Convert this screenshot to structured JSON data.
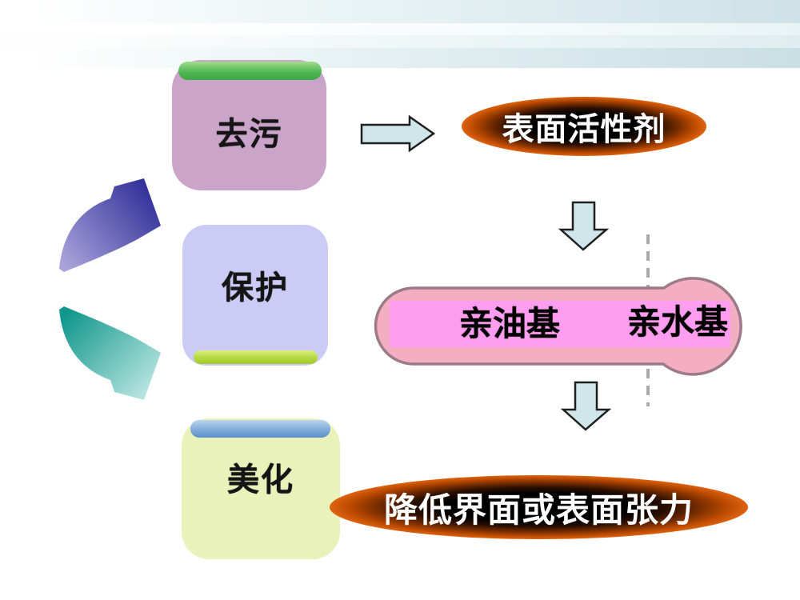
{
  "slide": {
    "background": "#ffffff",
    "header_band": {
      "stripe_colors": [
        "#cde2e7",
        "#e9f3f5",
        "#dfedf0",
        "#c9dfe4"
      ]
    },
    "cycle_boxes": [
      {
        "label": "去污",
        "fill": "#cba4ca",
        "accent_bar": {
          "position": "top",
          "color_from": "#a2dc8d",
          "color_to": "#3fa846"
        }
      },
      {
        "label": "保护",
        "fill": "#cbcbf6",
        "accent_bar": {
          "position": "bottom",
          "color_from": "#dcee80",
          "color_to": "#a2c92c"
        }
      },
      {
        "label": "美化",
        "fill": "#e9f2ba",
        "accent_bar": {
          "position": "top",
          "color_from": "#bdd6ee",
          "color_to": "#5b90ca"
        }
      }
    ],
    "ovals": [
      {
        "label": "表面活性剂",
        "core_color": "#000000",
        "rim_color": "#dd6310",
        "text_color": "#ffffff"
      },
      {
        "label": "降低界面或表面张力",
        "core_color": "#000000",
        "rim_color": "#dd6310",
        "text_color": "#ffffff"
      }
    ],
    "molecule": {
      "left_label": "亲油基",
      "right_label": "亲水基",
      "body_color": "#f4aec2",
      "outline_color": "#9c7a8a",
      "band_color": "#ff9ef0",
      "dashed_line_color": "#aaaaaa"
    },
    "arrows": {
      "block_fill": "#cfe7ea",
      "block_stroke": "#1f1f1f",
      "cycle_up_color_from": "#a9a2da",
      "cycle_up_color_to": "#2c2c96",
      "cycle_down_color_from": "#11978d",
      "cycle_down_color_to": "#c4eae6"
    }
  }
}
